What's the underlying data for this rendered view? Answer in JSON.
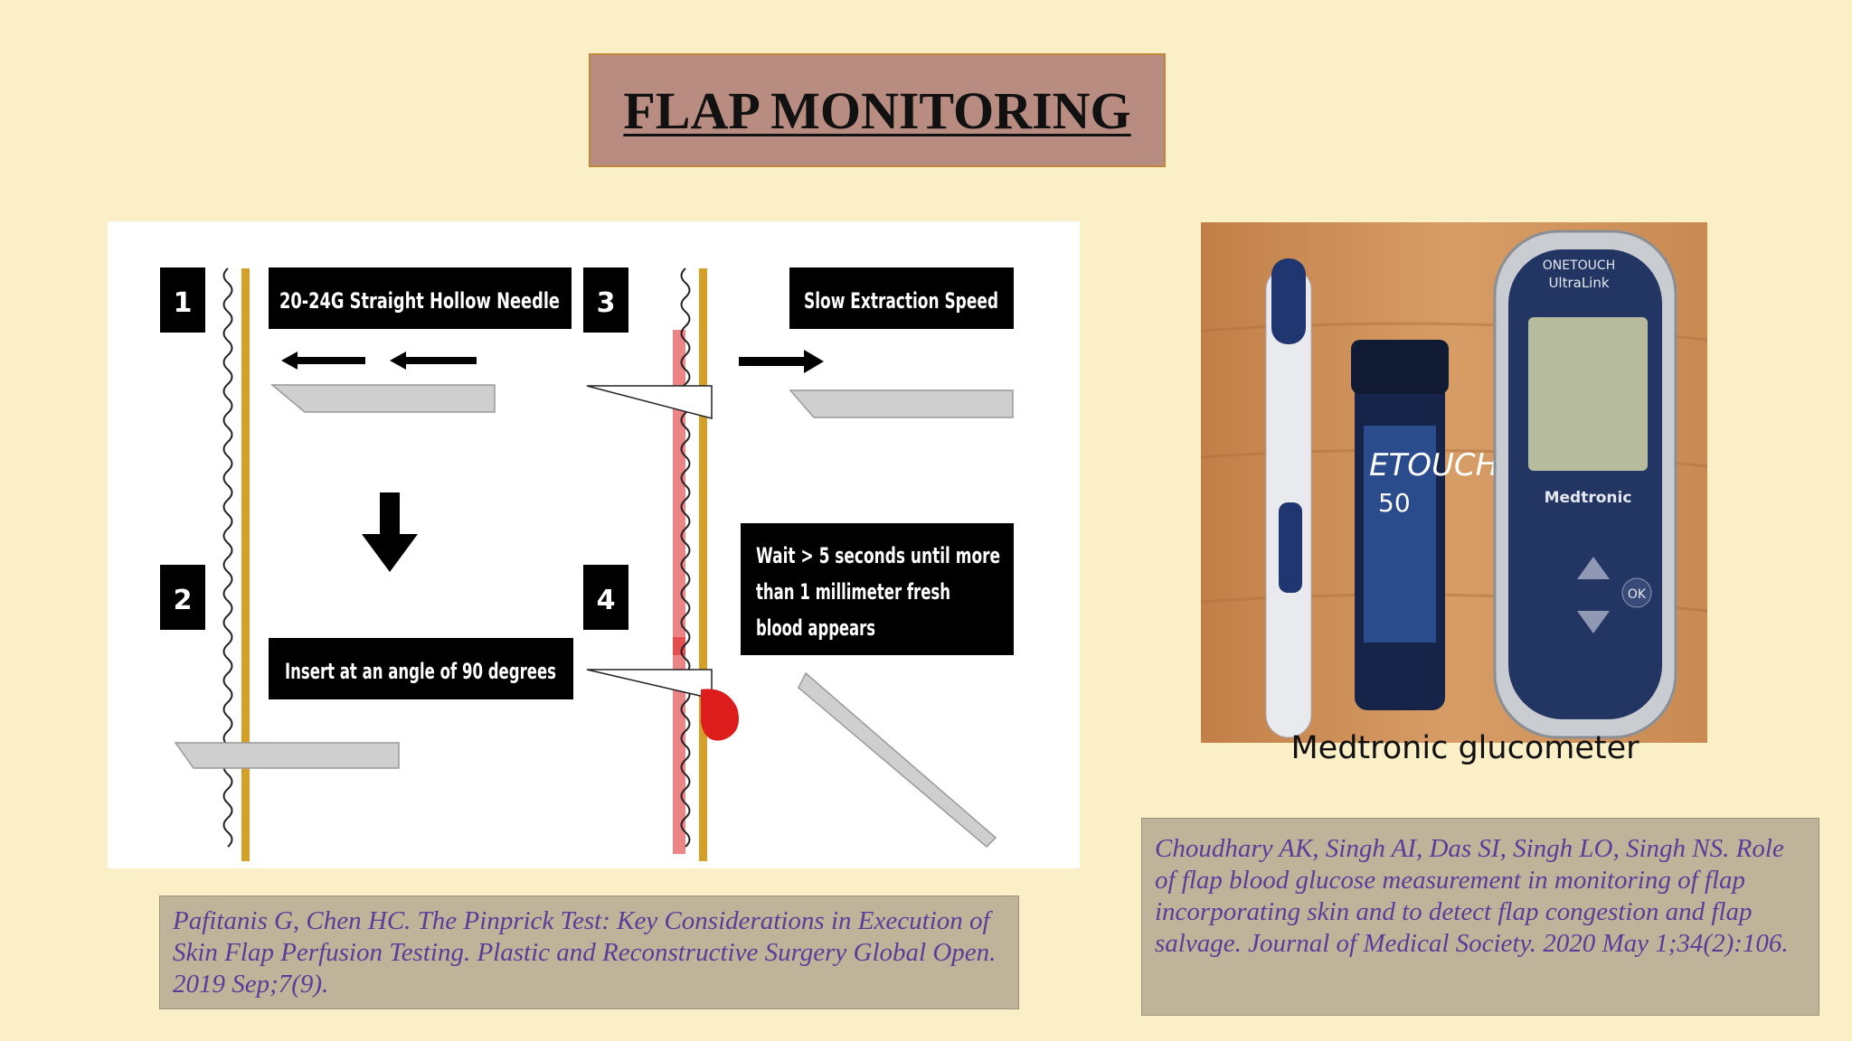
{
  "slide": {
    "title": "FLAP MONITORING"
  },
  "diagram": {
    "steps": [
      "1",
      "2",
      "3",
      "4"
    ],
    "labels": {
      "needle": "20-24G Straight Hollow Needle",
      "slow": "Slow Extraction  Speed",
      "wait_lines": [
        "Wait > 5 seconds until more",
        "than 1 millimeter fresh",
        "blood appears"
      ],
      "insert": "Insert at an angle of 90 degrees"
    }
  },
  "photo": {
    "caption": "Medtronic glucometer",
    "meter_brand_lines": [
      "ONETOUCH",
      "UltraLink"
    ],
    "meter_logo": "Medtronic",
    "vial_text_lines": [
      "ETOUCH",
      "50"
    ],
    "ok_label": "OK",
    "colors": {
      "wood": "#c98c56",
      "meter_body": "#c9cdd2",
      "meter_face": "#223563",
      "screen": "#b7bc9f"
    }
  },
  "references": {
    "left": "Pafitanis G, Chen HC. The Pinprick Test: Key Considerations in Execution of Skin Flap Perfusion Testing. Plastic and Reconstructive Surgery Global Open. 2019 Sep;7(9).",
    "right": "Choudhary AK, Singh AI, Das SI, Singh LO, Singh NS. Role of flap blood glucose measurement in monitoring of flap incorporating skin and to detect flap congestion and flap salvage. Journal of Medical Society. 2020 May 1;34(2):106."
  }
}
